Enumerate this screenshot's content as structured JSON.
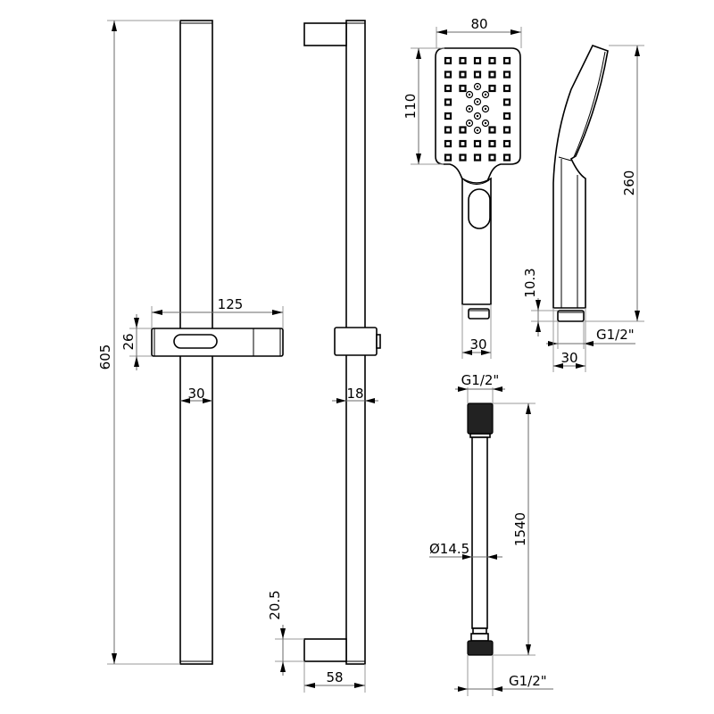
{
  "drawing": {
    "subject": "Shower rail set with hand shower and hose - dimensional drawing",
    "colors": {
      "line": "#000000",
      "dimension": "#9a9a9a",
      "background": "#ffffff",
      "knurl": "#222222"
    }
  },
  "rail_front": {
    "height_label": "605",
    "slider_width_label": "125",
    "slider_height_label": "26",
    "rail_width_label": "30"
  },
  "rail_side": {
    "rail_depth_label": "18",
    "bracket_height_label": "20.5",
    "bracket_depth_label": "58"
  },
  "hand_shower_front": {
    "head_width_label": "80",
    "head_height_label": "110",
    "handle_width_label": "30",
    "nozzle_grid": {
      "rows": 8,
      "cols": 5
    }
  },
  "hand_shower_side": {
    "total_height_label": "260",
    "connector_height_label": "10.3",
    "connector_thread_label": "G1/2\"",
    "handle_width_label": "30"
  },
  "hose": {
    "top_thread_label": "G1/2\"",
    "length_label": "1540",
    "diameter_label": "Ø14.5",
    "bottom_thread_label": "G1/2\""
  }
}
